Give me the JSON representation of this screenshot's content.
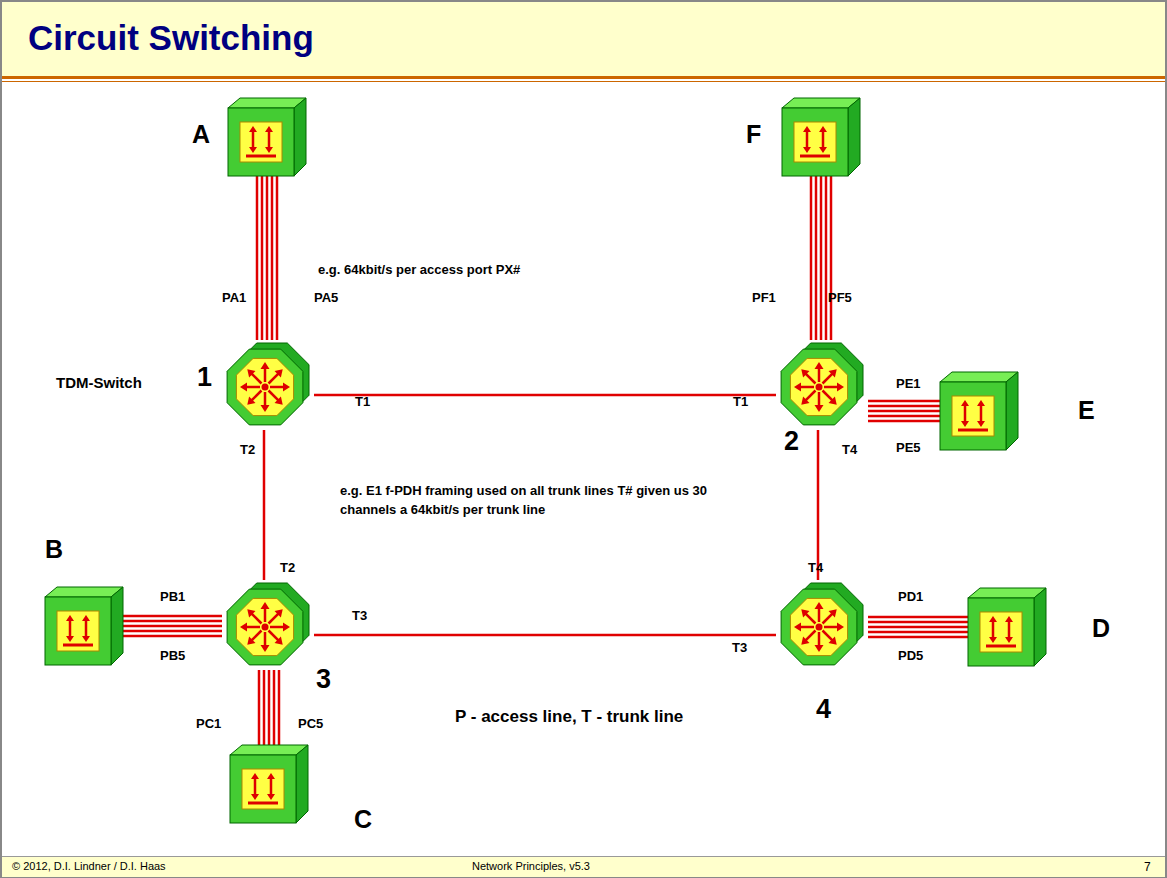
{
  "diagram": {
    "title": "Circuit Switching",
    "nodes": [
      {
        "text": [
          "A"
        ]
      },
      {
        "text": [
          "F"
        ]
      },
      {
        "text": [
          "TDM-Switch",
          "1"
        ]
      },
      {
        "text": [
          "2"
        ]
      },
      {
        "text": [
          "E"
        ]
      },
      {
        "text": [
          "B"
        ]
      },
      {
        "text": [
          "3"
        ]
      },
      {
        "text": [
          "4"
        ]
      },
      {
        "text": [
          "D"
        ]
      },
      {
        "text": [
          "C"
        ]
      }
    ],
    "edges": [
      {
        "from": 0,
        "to": 2,
        "arrow": "none"
      },
      {
        "from": 1,
        "to": 3,
        "arrow": "none"
      },
      {
        "from": 4,
        "to": 3,
        "arrow": "none"
      },
      {
        "from": 5,
        "to": 6,
        "arrow": "none"
      },
      {
        "from": 9,
        "to": 6,
        "arrow": "none"
      },
      {
        "from": 8,
        "to": 7,
        "arrow": "none"
      },
      {
        "from": 2,
        "to": 3,
        "arrow": "none"
      },
      {
        "from": 2,
        "to": 6,
        "arrow": "none"
      },
      {
        "from": 6,
        "to": 7,
        "arrow": "none"
      },
      {
        "from": 3,
        "to": 7,
        "arrow": "none"
      }
    ],
    "labels": [
      "e.g. 64kbit/s per access port PX#",
      "PA1",
      "PA5",
      "PF1",
      "PF5",
      "PE1",
      "PE5",
      "PB1",
      "PB5",
      "PC1",
      "PC5",
      "PD1",
      "PD5",
      "T1",
      "T1",
      "T2",
      "T2",
      "T3",
      "T3",
      "T4",
      "T4",
      "e.g. E1 f-PDH framing used on all trunk lines T# given us 30 channels a 64kbit/s per trunk line",
      "P - access line, T - trunk line",
      "© 2012, D.I. Lindner / D.I. Haas",
      "Network Principles, v5.3",
      "7"
    ]
  }
}
